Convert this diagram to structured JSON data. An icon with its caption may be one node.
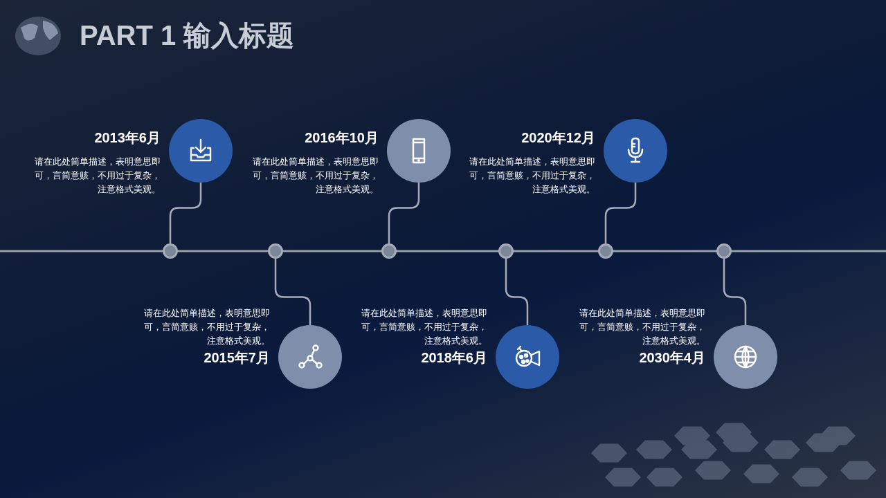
{
  "diagram": {
    "title": "PART 1 输入标题",
    "nodes": [
      {
        "text": [],
        "shape": "circle"
      },
      {
        "text": [],
        "shape": "circle"
      },
      {
        "text": [],
        "shape": "circle"
      },
      {
        "text": [],
        "shape": "circle"
      },
      {
        "text": [],
        "shape": "circle"
      },
      {
        "text": [],
        "shape": "circle"
      },
      {
        "text": [],
        "shape": "circle",
        "beside": [
          "2013年6月",
          "请在此处简单描述，表明意思即可，言简意赅，不用过于复杂，注意格式美观。"
        ]
      },
      {
        "text": [],
        "shape": "circle",
        "beside": [
          "请在此处简单描述，表明意思即可，言简意赅，不用过于复杂，注意格式美观。",
          "2015年7月"
        ]
      },
      {
        "text": [],
        "shape": "circle",
        "beside": [
          "2016年10月",
          "请在此处简单描述，表明意思即可，言简意赅，不用过于复杂，注意格式美观。"
        ]
      },
      {
        "text": [],
        "shape": "circle",
        "beside": [
          "请在此处简单描述，表明意思即可，言简意赅，不用过于复杂，注意格式美观。",
          "2018年6月"
        ]
      },
      {
        "text": [],
        "shape": "circle",
        "beside": [
          "2020年12月",
          "请在此处简单描述，表明意思即可，言简意赅，不用过于复杂，注意格式美观。"
        ]
      },
      {
        "text": [],
        "shape": "circle",
        "beside": [
          "请在此处简单描述，表明意思即可，言简意赅，不用过于复杂，注意格式美观。",
          "2030年4月"
        ]
      }
    ],
    "edges": [
      {
        "from": 0,
        "to": 6,
        "arrow": "none"
      },
      {
        "from": 1,
        "to": 7,
        "arrow": "none"
      },
      {
        "from": 2,
        "to": 8,
        "arrow": "none"
      },
      {
        "from": 3,
        "to": 9,
        "arrow": "none"
      },
      {
        "from": 4,
        "to": 10,
        "arrow": "none"
      },
      {
        "from": 5,
        "to": 11,
        "arrow": "none"
      }
    ]
  }
}
